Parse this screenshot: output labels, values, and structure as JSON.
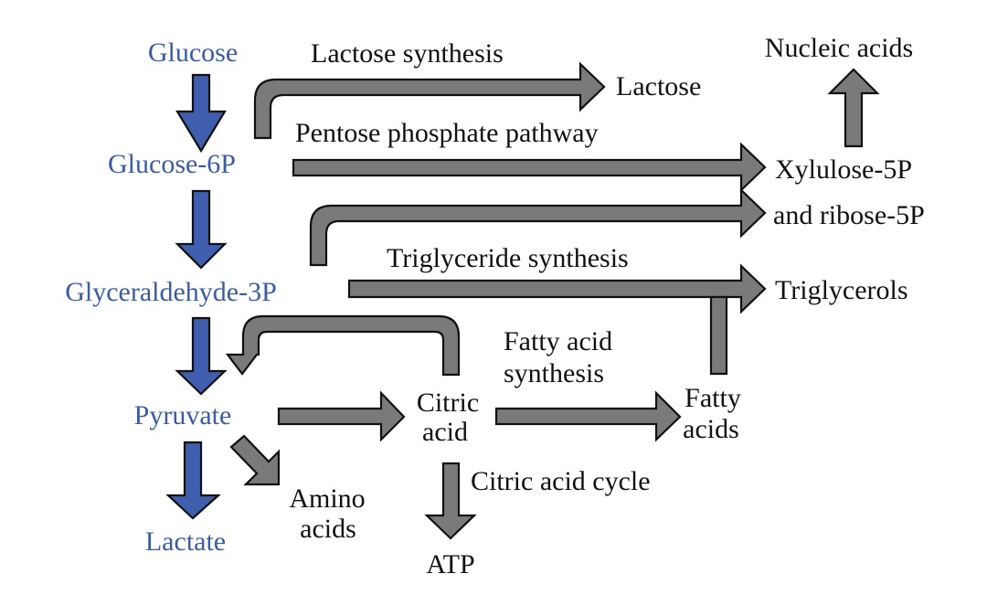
{
  "colors": {
    "glycolysis_metabolite": "#3a5ba8",
    "glycolysis_arrow": "#3f5fae",
    "branch_arrow": "#7a7a7a",
    "text": "#111111"
  },
  "metabolites": {
    "glucose": "Glucose",
    "glucose_6p": "Glucose-6P",
    "glyceraldehyde_3p": "Glyceraldehyde-3P",
    "pyruvate": "Pyruvate",
    "lactate": "Lactate"
  },
  "products": {
    "lactose": "Lactose",
    "nucleic_acids": "Nucleic acids",
    "xylulose_5p": "Xylulose-5P",
    "ribose_5p": "and ribose-5P",
    "triglycerols": "Triglycerols",
    "citric_acid_line1": "Citric",
    "citric_acid_line2": "acid",
    "fatty_acids_line1": "Fatty",
    "fatty_acids_line2": "acids",
    "amino_acids_line1": "Amino",
    "amino_acids_line2": "acids",
    "atp": "ATP"
  },
  "pathways": {
    "lactose_synthesis": "Lactose synthesis",
    "pentose_phosphate": "Pentose phosphate pathway",
    "triglyceride_synthesis": "Triglyceride synthesis",
    "fatty_acid_synthesis_line1": "Fatty acid",
    "fatty_acid_synthesis_line2": "synthesis",
    "citric_acid_cycle": "Citric acid cycle"
  }
}
